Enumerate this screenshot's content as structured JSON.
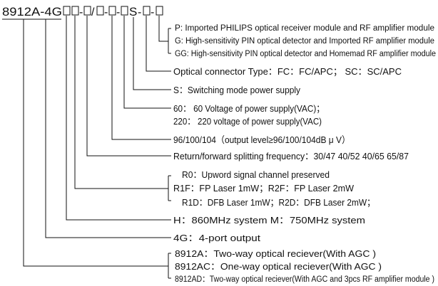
{
  "model_code": {
    "prefix": "8912A-4G",
    "sep_dash": "-",
    "sep_slash": "/",
    "s_letter": "S"
  },
  "branches": {
    "module": [
      "P: Imported PHILIPS optical receiver module and RF amplifier module",
      "G: High-sensitivity PIN optical detector and Imported  RF amplifier module",
      "GG: High-sensitivity PIN optical detector and Homemad  RF amplifier module"
    ],
    "connector": "Optical connector Type：FC：FC/APC；   SC：SC/APC",
    "switching": "S：Switching mode power supply",
    "voltage": [
      "60：  60 Voltage of power supply(VAC)；",
      "220：  220 voltage of power supply(VAC)"
    ],
    "output_level": "96/100/104（output level≥96/100/104dB μ V）",
    "splitting": "Return/forward splitting frequency：30/47   40/52  40/65  65/87",
    "laser": [
      "R0：Upword signal channel preserved",
      "R1F：FP Laser 1mW；R2F：FP Laser 2mW",
      "R1D：DFB Laser 1mW；R2D：DFB Laser 2mW；"
    ],
    "system": "H：860MHz system        M：750MHz system",
    "ports": "4G：4-port output",
    "type": [
      "8912A：Two-way optical reciever(With AGC )",
      "8912AC：One-way optical reciever(With AGC )",
      "8912AD：Two-way optical reciever(With AGC and 3pcs RF amplifier module )"
    ]
  }
}
